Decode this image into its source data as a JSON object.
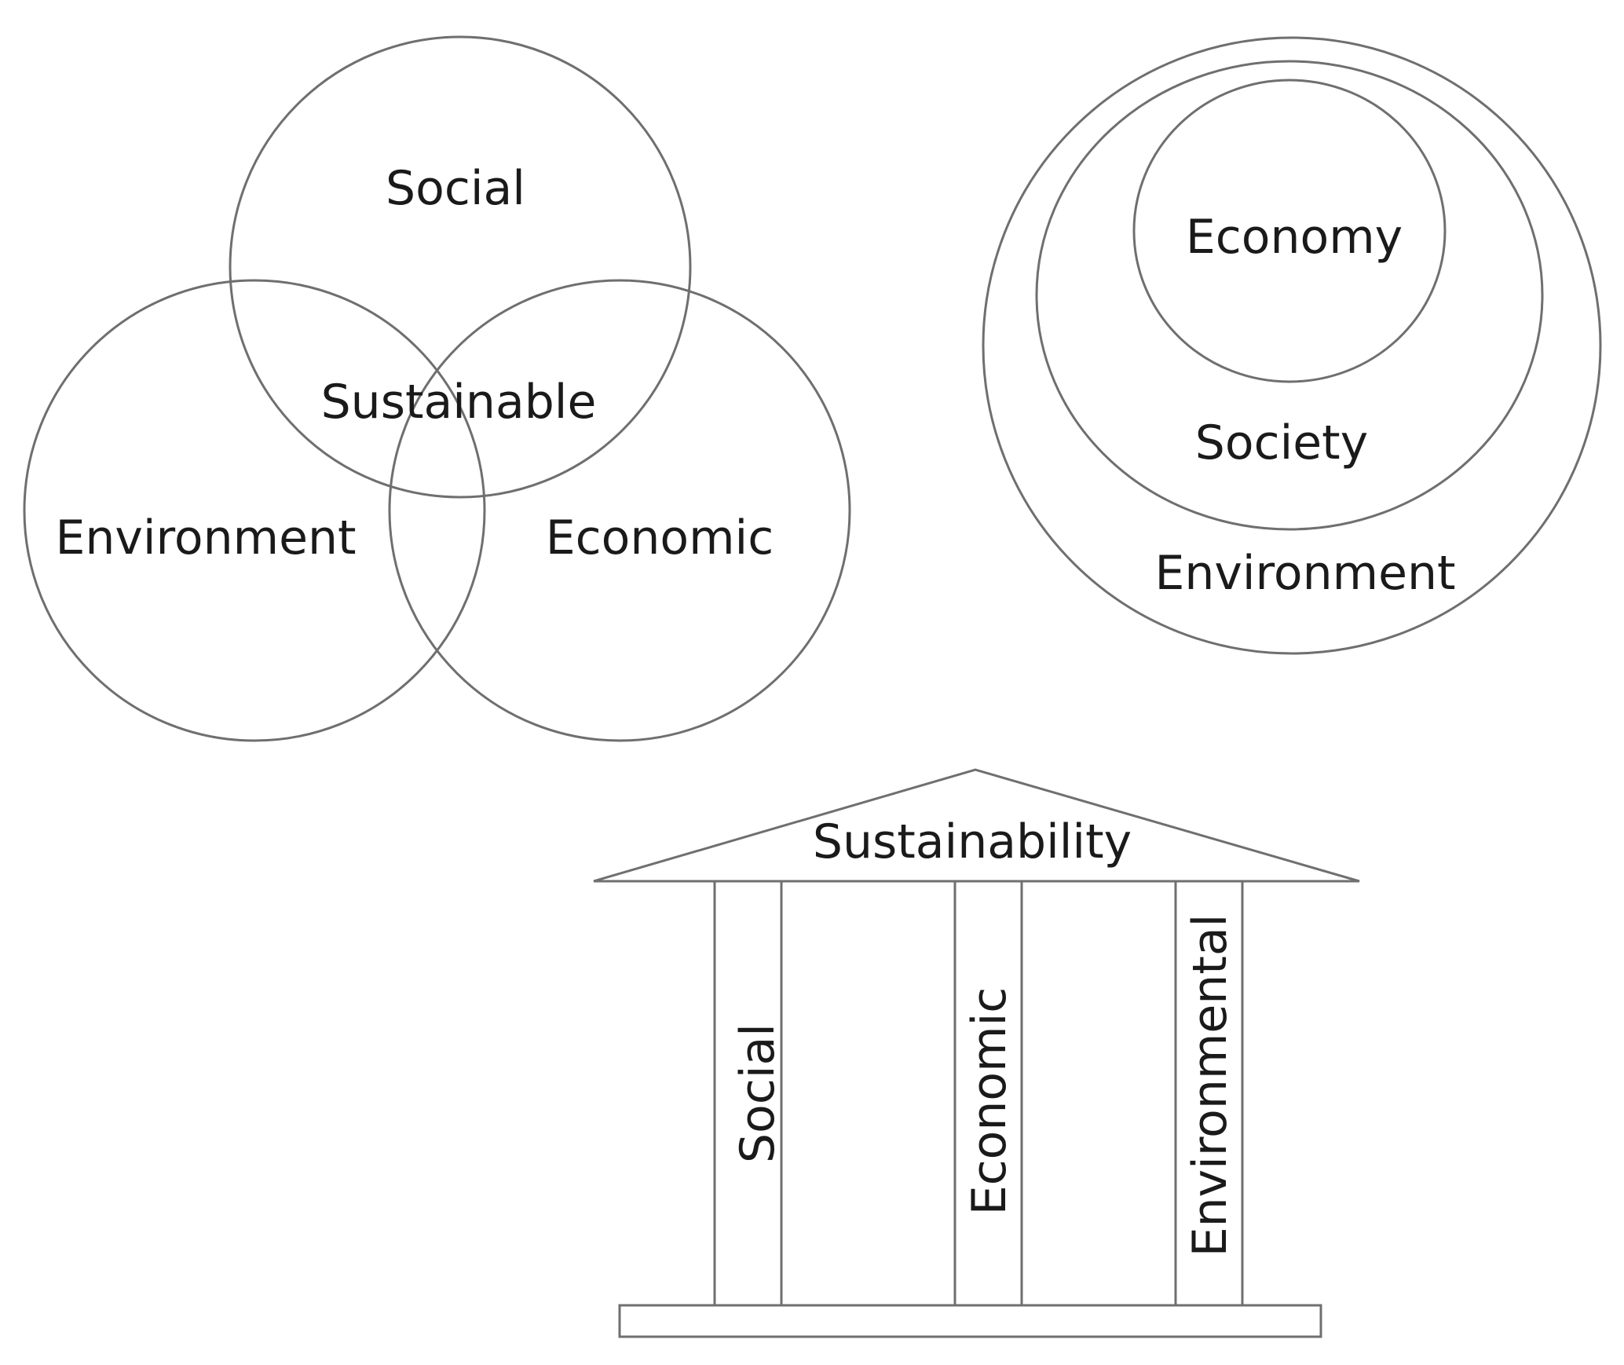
{
  "venn": {
    "social": "Social",
    "environment": "Environment",
    "economic": "Economic",
    "center": "Sustainable"
  },
  "nested": {
    "inner": "Economy",
    "middle": "Society",
    "outer": "Environment"
  },
  "pillars": {
    "roof": "Sustainability",
    "left": "Social",
    "middle": "Economic",
    "right": "Environmental"
  },
  "colors": {
    "stroke": "#6f6f6f",
    "text": "#1a1a1a"
  }
}
